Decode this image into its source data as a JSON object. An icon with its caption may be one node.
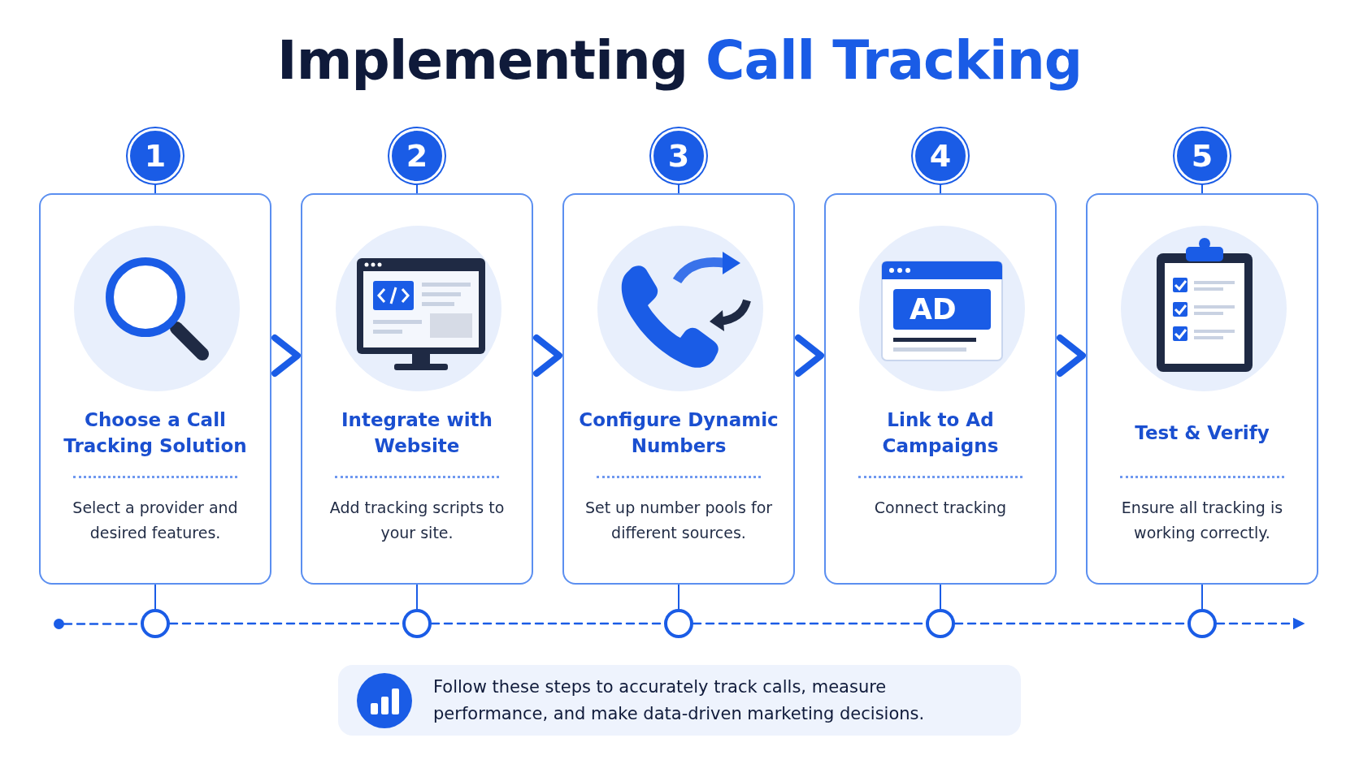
{
  "diagram": {
    "title": "Implementing **Call Tracking**",
    "nodes": [
      {
        "text": [
          "1"
        ]
      },
      {
        "text": [
          "Choose a Call Tracking Solution",
          "Select a provider and desired features."
        ]
      },
      {
        "text": [
          "2"
        ]
      },
      {
        "text": [
          "Integrate with Website",
          "Add tracking scripts to your site."
        ]
      },
      {
        "text": [
          "3"
        ]
      },
      {
        "text": [
          "Configure Dynamic Numbers",
          "Set up number pools for different sources."
        ]
      },
      {
        "text": [
          "4"
        ]
      },
      {
        "text": [
          "Link to Ad Campaigns",
          "Connect tracking"
        ]
      },
      {
        "text": [
          "5"
        ]
      },
      {
        "text": [
          "Test & Verify",
          "Ensure all tracking is working correctly."
        ]
      },
      {
        "text": [],
        "shape": "circle"
      },
      {
        "text": [],
        "shape": "circle"
      },
      {
        "text": [],
        "shape": "circle"
      },
      {
        "text": [],
        "shape": "circle"
      },
      {
        "text": [],
        "shape": "circle"
      },
      {
        "text": [],
        "shape": "circle"
      },
      {
        "text": [
          "Follow these steps to accurately track calls, measure performance, and make data-driven marketing decisions."
        ]
      }
    ],
    "edges": [
      {
        "from": 0,
        "to": 1,
        "arrow": "none"
      },
      {
        "from": 2,
        "to": 3,
        "arrow": "none"
      },
      {
        "from": 4,
        "to": 5,
        "arrow": "none"
      },
      {
        "from": 6,
        "to": 7,
        "arrow": "none"
      },
      {
        "from": 8,
        "to": 9,
        "arrow": "none"
      },
      {
        "from": 1,
        "to": 3,
        "arrow": "to",
        "style": "thick"
      },
      {
        "from": 3,
        "to": 5,
        "arrow": "to",
        "style": "thick"
      },
      {
        "from": 5,
        "to": 7,
        "arrow": "to",
        "style": "thick"
      },
      {
        "from": 7,
        "to": 9,
        "arrow": "to",
        "style": "thick"
      },
      {
        "from": 1,
        "to": 11,
        "arrow": "none"
      },
      {
        "from": 3,
        "to": 12,
        "arrow": "none"
      },
      {
        "from": 5,
        "to": 13,
        "arrow": "none"
      },
      {
        "from": 7,
        "to": 14,
        "arrow": "none"
      },
      {
        "from": 9,
        "to": 15,
        "arrow": "none"
      },
      {
        "from": 10,
        "to": 11,
        "arrow": "none",
        "style": "dashed"
      },
      {
        "from": 11,
        "to": 12,
        "arrow": "none",
        "style": "dashed"
      },
      {
        "from": 12,
        "to": 13,
        "arrow": "none",
        "style": "dashed"
      },
      {
        "from": 13,
        "to": 14,
        "arrow": "none",
        "style": "dashed"
      },
      {
        "from": 14,
        "to": 15,
        "arrow": "none",
        "style": "dashed"
      },
      {
        "from": 15,
        "to": null,
        "arrow": "to",
        "style": "dashed"
      }
    ],
    "labels": [
      "AD"
    ]
  }
}
